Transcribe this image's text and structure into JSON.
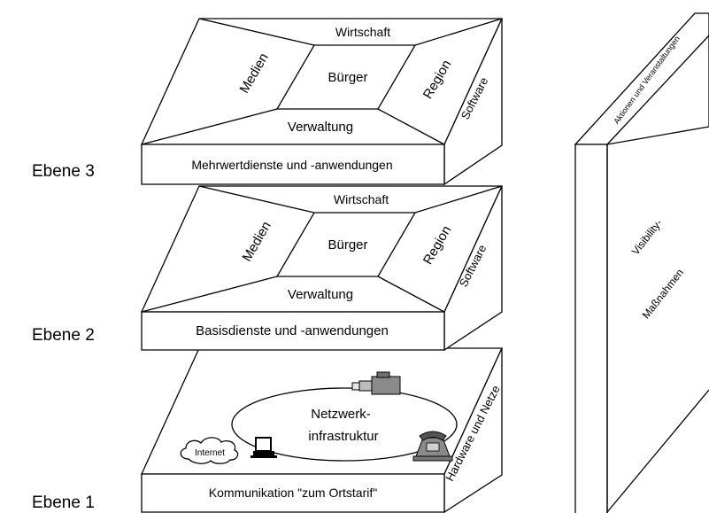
{
  "levels": {
    "ebene3": "Ebene 3",
    "ebene2": "Ebene 2",
    "ebene1": "Ebene 1"
  },
  "layer3": {
    "top": "Wirtschaft",
    "left": "Medien",
    "center": "Bürger",
    "right": "Region",
    "bottom": "Verwaltung",
    "front": "Mehrwertdienste und -anwendungen",
    "side": "Software"
  },
  "layer2": {
    "top": "Wirtschaft",
    "left": "Medien",
    "center": "Bürger",
    "right": "Region",
    "bottom": "Verwaltung",
    "front": "Basisdienste und -anwendungen",
    "side": "Software"
  },
  "layer1": {
    "network_line1": "Netzwerk-",
    "network_line2": "infrastruktur",
    "internet": "Internet",
    "front": "Kommunikation \"zum Ortstarif\"",
    "side": "Hardware und Netze"
  },
  "pillar": {
    "side": "Aktionen und Veranstaltungen",
    "front_line1": "Visibility-",
    "front_line2": "Maßnahmen"
  }
}
